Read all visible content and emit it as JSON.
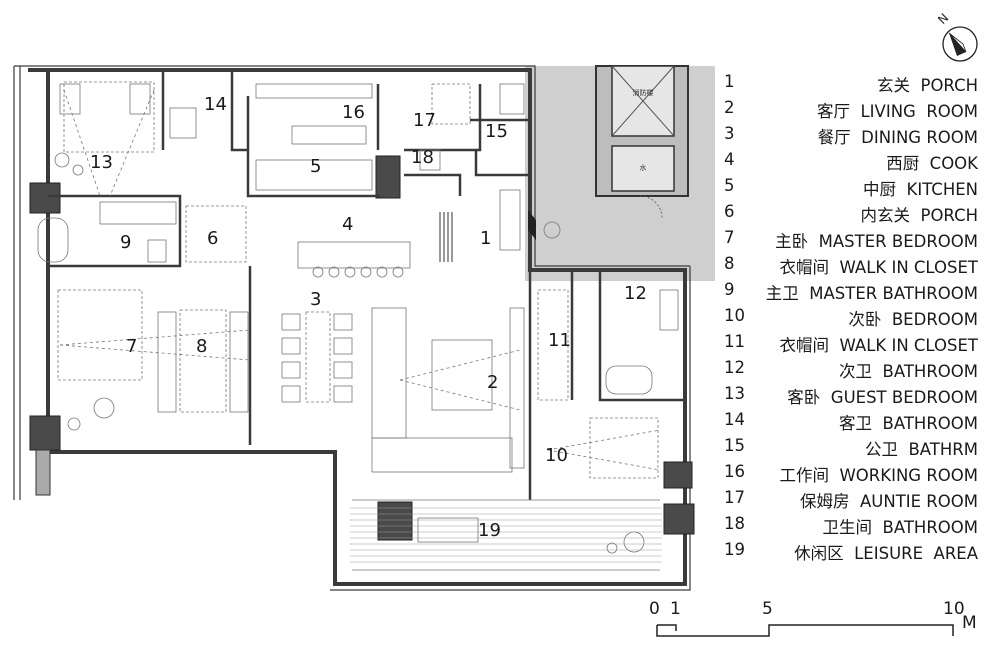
{
  "rooms": [
    {
      "num": "1",
      "label": "玄关  PORCH"
    },
    {
      "num": "2",
      "label": "客厅  LIVING  ROOM"
    },
    {
      "num": "3",
      "label": "餐厅  DINING ROOM"
    },
    {
      "num": "4",
      "label": "西厨  COOK"
    },
    {
      "num": "5",
      "label": "中厨  KITCHEN"
    },
    {
      "num": "6",
      "label": "内玄关  PORCH"
    },
    {
      "num": "7",
      "label": "主卧  MASTER BEDROOM"
    },
    {
      "num": "8",
      "label": "衣帽间  WALK IN CLOSET"
    },
    {
      "num": "9",
      "label": "主卫  MASTER BATHROOM"
    },
    {
      "num": "10",
      "label": "次卧  BEDROOM"
    },
    {
      "num": "11",
      "label": "衣帽间  WALK IN CLOSET"
    },
    {
      "num": "12",
      "label": "次卫  BATHROOM"
    },
    {
      "num": "13",
      "label": "客卧  GUEST BEDROOM"
    },
    {
      "num": "14",
      "label": "客卫  BATHROOM"
    },
    {
      "num": "15",
      "label": "公卫  BATHRM"
    },
    {
      "num": "16",
      "label": "工作间  WORKING ROOM"
    },
    {
      "num": "17",
      "label": "保姆房  AUNTIE ROOM"
    },
    {
      "num": "18",
      "label": "卫生间  BATHROOM"
    },
    {
      "num": "19",
      "label": "休闲区  LEISURE  AREA"
    }
  ],
  "north_label": "N",
  "scale": {
    "t0": "0",
    "t1": "1",
    "t5": "5",
    "t10": "10",
    "unit": "M"
  },
  "plan_text": {
    "neighbor_a": "消防楼",
    "neighbor_b": "水"
  }
}
